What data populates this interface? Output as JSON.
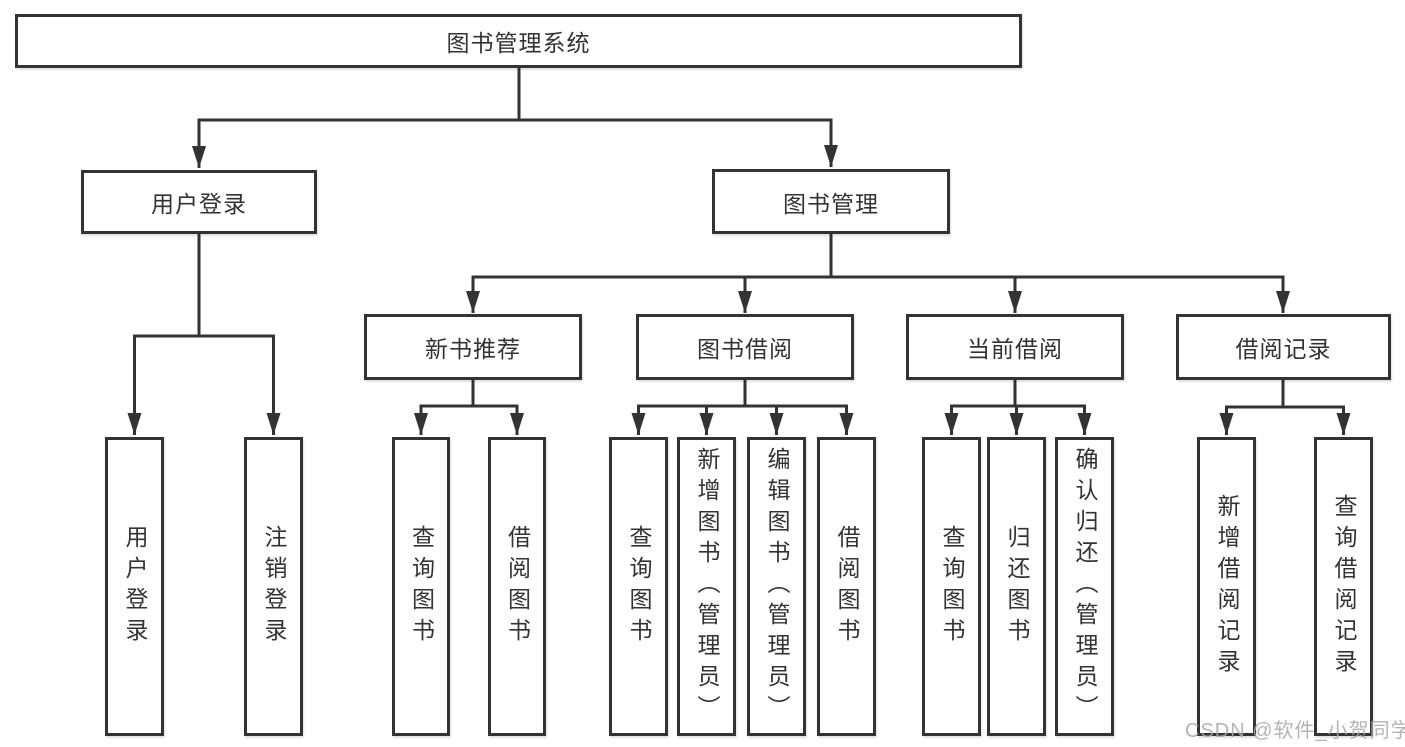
{
  "diagram": {
    "root": {
      "label": "图书管理系统"
    },
    "level2": [
      {
        "label": "用户登录"
      },
      {
        "label": "图书管理"
      }
    ],
    "login_children": [
      {
        "label": "用户登录"
      },
      {
        "label": "注销登录"
      }
    ],
    "groups": [
      {
        "label": "新书推荐",
        "children": [
          {
            "label": "查询图书"
          },
          {
            "label": "借阅图书"
          }
        ]
      },
      {
        "label": "图书借阅",
        "children": [
          {
            "label": "查询图书"
          },
          {
            "label": "新增图书（管理员）"
          },
          {
            "label": "编辑图书（管理员）"
          },
          {
            "label": "借阅图书"
          }
        ]
      },
      {
        "label": "当前借阅",
        "children": [
          {
            "label": "查询图书"
          },
          {
            "label": "归还图书"
          },
          {
            "label": "确认归还（管理员）"
          }
        ]
      },
      {
        "label": "借阅记录",
        "children": [
          {
            "label": "新增借阅记录"
          },
          {
            "label": "查询借阅记录"
          }
        ]
      }
    ]
  },
  "watermark": {
    "text": "CSDN @软件_小贺同学"
  },
  "colors": {
    "line": "#333333",
    "text": "#333333",
    "box_fill": "#ffffff",
    "background": "#ffffff",
    "watermark": "#a8a8a8"
  }
}
